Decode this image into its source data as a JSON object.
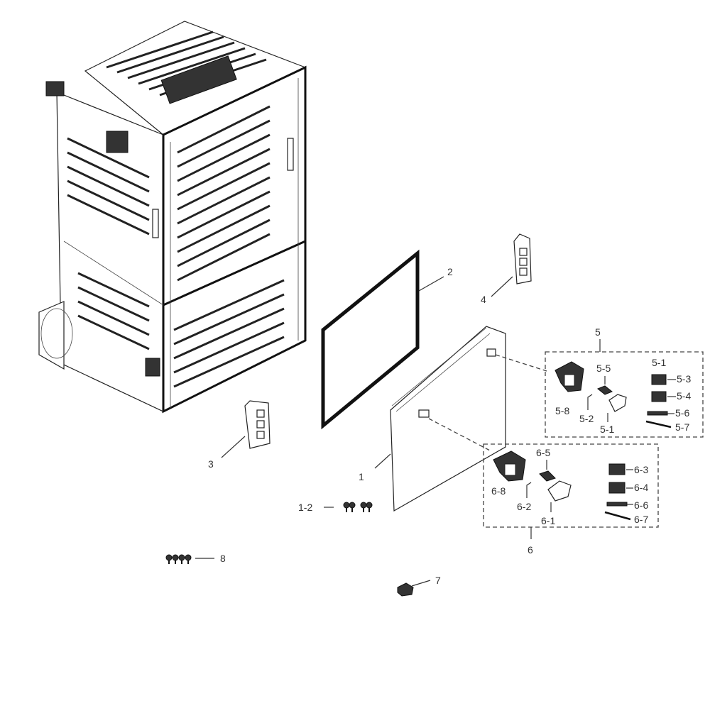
{
  "labels": {
    "p1": "1",
    "p1_2": "1-2",
    "p2": "2",
    "p3": "3",
    "p4": "4",
    "p5": "5",
    "p5_1a": "5-1",
    "p5_1b": "5-1",
    "p5_2": "5-2",
    "p5_3": "5-3",
    "p5_4": "5-4",
    "p5_5": "5-5",
    "p5_6": "5-6",
    "p5_7": "5-7",
    "p5_8": "5-8",
    "p6": "6",
    "p6_1": "6-1",
    "p6_2": "6-2",
    "p6_3": "6-3",
    "p6_4": "6-4",
    "p6_5": "6-5",
    "p6_6": "6-6",
    "p6_7": "6-7",
    "p6_8": "6-8",
    "p7": "7",
    "p8": "8"
  },
  "colors": {
    "line": "#333333",
    "gasket": "#111111",
    "background": "#ffffff"
  }
}
